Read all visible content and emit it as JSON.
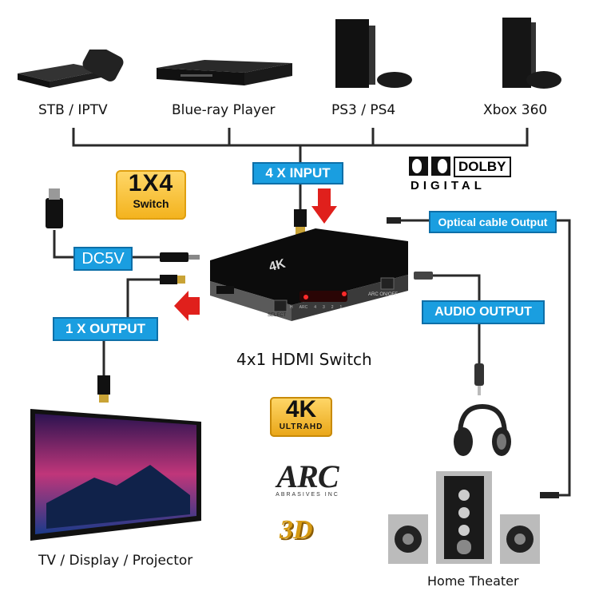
{
  "sources": [
    {
      "label": "STB / IPTV",
      "icon": "stb-box-icon"
    },
    {
      "label": "Blue-ray Player",
      "icon": "bluray-player-icon"
    },
    {
      "label": "PS3 / PS4",
      "icon": "playstation-console-icon"
    },
    {
      "label": "Xbox 360",
      "icon": "xbox-console-icon"
    }
  ],
  "tags": {
    "input": "4 X INPUT",
    "output": "1 X OUTPUT",
    "power": "DC5V",
    "optical": "Optical cable Output",
    "audio": "AUDIO OUTPUT"
  },
  "badges": {
    "switch_big": "1X4",
    "switch_small": "Switch",
    "uhd_big": "4K",
    "uhd_small": "ULTRAHD",
    "arc_big": "ARC",
    "arc_small": "ABRASIVES INC",
    "logo_3d": "3D",
    "dolby_top": "DOLBY",
    "dolby_bottom": "DIGITAL"
  },
  "device": {
    "title": "4x1 HDMI Switch",
    "brand": "4K",
    "select": "SELECT",
    "arc_button": "ARC ON/OFF",
    "ports": [
      "H",
      "ARC",
      "4",
      "3",
      "2",
      "1"
    ]
  },
  "outputs": {
    "display_label": "TV / Display / Projector",
    "theater_label": "Home Theater"
  },
  "colors": {
    "tag_blue": "#1a9ee0",
    "arrow_red": "#e0201c",
    "badge_gold": "#f3b21c"
  }
}
